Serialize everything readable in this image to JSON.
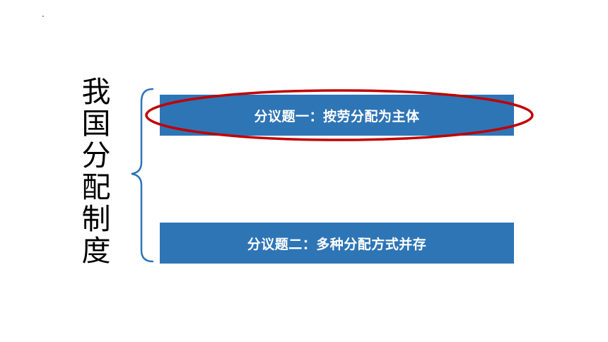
{
  "title_chars": [
    "我",
    "国",
    "分",
    "配",
    "制",
    "度"
  ],
  "topics": [
    {
      "label": "分议题一：按劳分配为主体"
    },
    {
      "label": "分议题二：多种分配方式并存"
    }
  ],
  "colors": {
    "box": "#2e75b6",
    "brace": "#2e75b6",
    "highlight": "#c00000"
  }
}
